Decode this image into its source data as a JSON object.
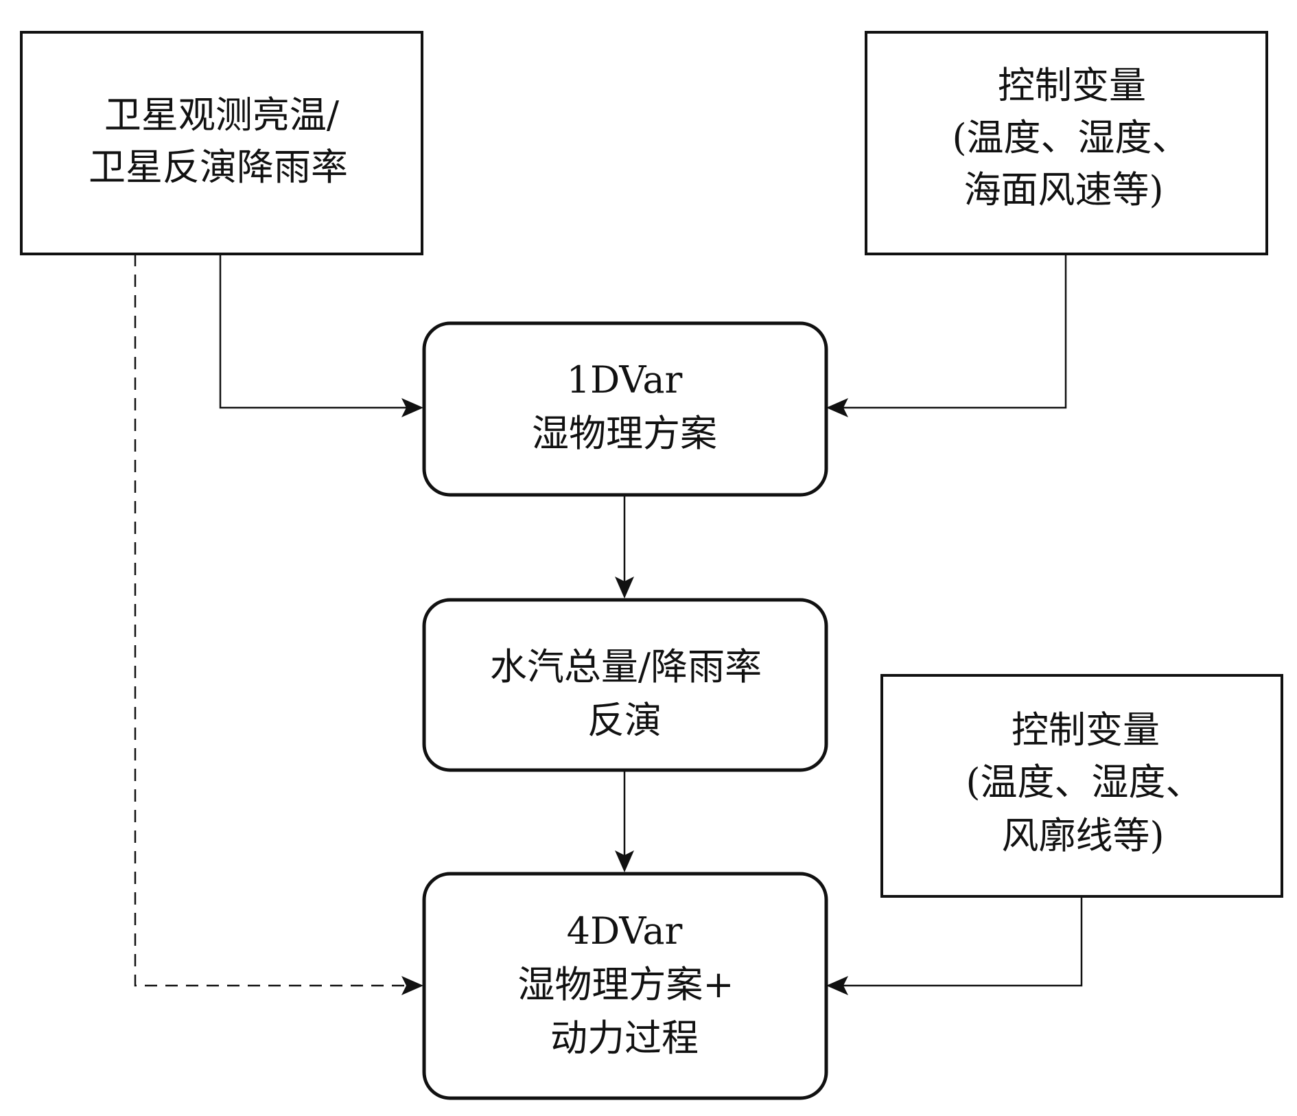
{
  "nodes": {
    "satellite": {
      "lines": [
        "卫星观测亮温/",
        "卫星反演降雨率"
      ]
    },
    "control_top": {
      "lines": [
        "控制变量",
        "(温度、湿度、",
        "海面风速等)"
      ]
    },
    "onedvar": {
      "lines": [
        "1DVar",
        "湿物理方案"
      ]
    },
    "retrieval": {
      "lines": [
        "水汽总量/降雨率",
        "反演"
      ]
    },
    "control_bottom": {
      "lines": [
        "控制变量",
        "(温度、湿度、",
        "风廓线等)"
      ]
    },
    "fourdvar": {
      "lines": [
        "4DVar",
        "湿物理方案+",
        "动力过程"
      ]
    }
  }
}
